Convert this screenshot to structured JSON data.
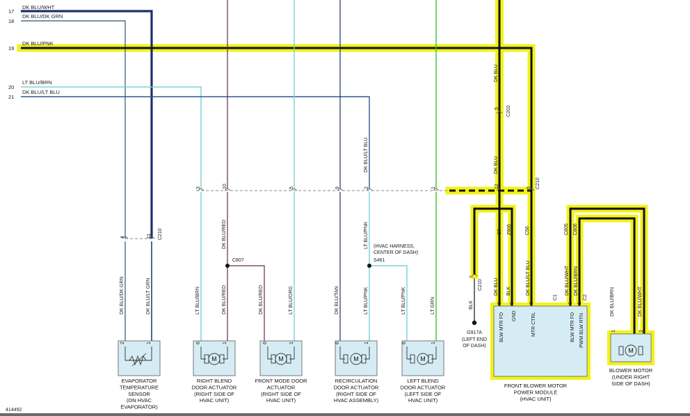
{
  "wires_left": [
    {
      "num": "17",
      "label": "DK BLU/WHT"
    },
    {
      "num": "18",
      "label": "DK BLU/DK GRN"
    },
    {
      "num": "19",
      "label": "DK BLU/PNK"
    },
    {
      "num": "20",
      "label": "LT BLU/BRN"
    },
    {
      "num": "21",
      "label": "DK BLU/LT BLU"
    }
  ],
  "wire_labels": {
    "evap_a": "DK BLU/DK GRN",
    "evap_b": "DK BLU/LT GRN",
    "rb_a": "LT BLU/BRN",
    "rb_b": "DK BLU/RED",
    "rb_top": "DK BLU/RED",
    "fm_a": "DK BLU/RED",
    "fm_b": "LT BLU/ORG",
    "rc_a": "DK BLU/TAN",
    "rc_b": "LT BLU/PNK",
    "rc_top": "LT BLU/PNK",
    "rc_upper": "DK BLU/LT BLU",
    "lb_a": "LT BLU/PNK",
    "lb_b": "LT GRN",
    "blk": "BLK",
    "fbm_1": "DK BLU",
    "fbm_2": "BLK",
    "fbm_3": "DK BLU/LT BLU",
    "fbm_4": "DK BLU/WHT",
    "fbm_5": "DK BLU/BRN",
    "dkblu_upper": "DK BLU",
    "dkblu_mid": "DK BLU",
    "bm_a": "DK BLU/BRN",
    "bm_b": "DK BLU/WHT"
  },
  "connectors": {
    "c210": "C210",
    "c202": "C202",
    "c210_right": "C210",
    "c807": "C807",
    "s461": "S461",
    "c7": "C7",
    "z905": "Z905",
    "c56": "C56",
    "c805": "C805",
    "c806": "C806",
    "c1": "C1",
    "c2": "C2",
    "c210_lower": "C210"
  },
  "pins": {
    "p4": "4",
    "p11": "11",
    "p3": "3",
    "p10": "10",
    "p5": "5",
    "p9": "9",
    "p2": "2",
    "p1": "1",
    "p12": "12",
    "p6": "6",
    "p5b": "5",
    "p7": "7",
    "p2_s1": "2",
    "p1_s1": "1",
    "p6_s2": "6",
    "p1_s2": "1",
    "p6_s3": "6",
    "p1_s3": "1",
    "p6_s4": "6",
    "p1_s4": "1",
    "p6_s5": "6",
    "p1_s5": "1",
    "fbm_8": "8",
    "fbm_5": "5",
    "fbm_3": "3",
    "fbm_6": "6",
    "fbm_1": "1",
    "bm_1": "1",
    "bm_2": "2"
  },
  "splice_note": "(HVAC HARNESS,\nCENTER OF DASH)",
  "ground": {
    "id": "G917A",
    "desc": "(LEFT END\nOF DASH)"
  },
  "fbm_pins": [
    "BLW MTR FD",
    "GND",
    "MTR CTRL",
    "BLW MTR FD",
    "PWM BLW RTN"
  ],
  "components": [
    {
      "name": "EVAPORATOR\nTEMPERATURE\nSENSOR\n(ON HVAC\nEVAPORATOR)"
    },
    {
      "name": "RIGHT BLEND\nDOOR ACTUATOR\n(RIGHT SIDE OF\nHVAC UNIT)"
    },
    {
      "name": "FRONT MODE DOOR\nACTUATOR\n(RIGHT SIDE OF\nHVAC UNIT)"
    },
    {
      "name": "RECIRCULATION\nDOOR ACTUATOR\n(RIGHT SIDE OF\nHVAC ASSEMBLY)"
    },
    {
      "name": "LEFT BLEND\nDOOR ACTUATOR\n(LEFT SIDE OF\nHVAC UNIT)"
    },
    {
      "name": "FRONT BLOWER MOTOR\nPOWER MODULE\n(HVAC UNIT)"
    },
    {
      "name": "BLOWER MOTOR\n(UNDER RIGHT\nSIDE OF DASH)"
    }
  ],
  "motor_symbol": "M",
  "figure_id": "414492",
  "colors": {
    "highlight": "#f2f21a",
    "dk_blu": "#1c2f6e",
    "dk_blu_lt": "#2a5a8c",
    "lt_blu": "#7ad3d3",
    "purple": "#5a2e52",
    "green": "#36c436",
    "black": "#111111",
    "box_fill": "#d6ecf4"
  }
}
